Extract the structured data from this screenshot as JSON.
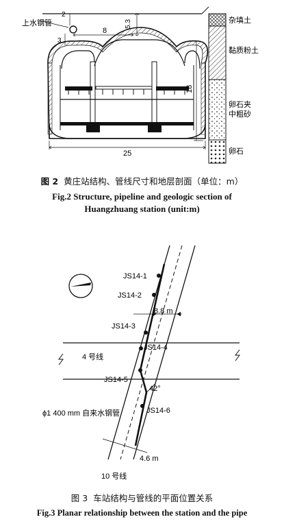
{
  "figure2": {
    "labels": {
      "pipe": "上水钢管",
      "dim_2": "2",
      "dim_3": "3",
      "dim_8": "8",
      "dim_53": "5.3",
      "dim_18": "18",
      "dim_25": "25",
      "layer_fill": "杂填土",
      "layer_silt": "黏质粉土",
      "layer_sand_1": "卵石夹",
      "layer_sand_2": "中粗砂",
      "layer_pebble": "卵石"
    },
    "caption_cn_num": "图 2",
    "caption_cn": "黄庄站结构、管线尺寸和地层剖面（单位：m）",
    "caption_en_1": "Fig.2    Structure, pipeline and geologic section of",
    "caption_en_2": "Huangzhuang station (unit:m)"
  },
  "figure3": {
    "labels": {
      "js1": "JS14-1",
      "js2": "JS14-2",
      "js3": "JS14-3",
      "js4": "JS14-4",
      "js5": "JS14-5",
      "js6": "JS14-6",
      "width_top": "8.8 m",
      "width_bottom": "4.6 m",
      "angle": "42°",
      "line4": "4 号线",
      "line10": "10 号线",
      "pipe": "ϕ1 400 mm 自来水钢管"
    },
    "caption_cn_num": "图 3",
    "caption_cn": "车站结构与管线的平面位置关系",
    "caption_en": "Fig.3    Planar relationship between the station and the pipe"
  }
}
